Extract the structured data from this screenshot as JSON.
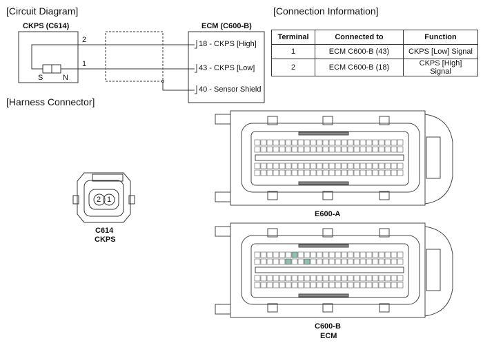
{
  "sections": {
    "circuit": "[Circuit Diagram]",
    "connection": "[Connection Information]",
    "harness": "[Harness Connector]"
  },
  "circuit": {
    "sensor_title": "CKPS (C614)",
    "ecm_title": "ECM (C600-B)",
    "wire_2": "2",
    "wire_1": "1",
    "pole_s": "S",
    "pole_n": "N",
    "ecm_pins": [
      "18 - CKPS [High]",
      "43 - CKPS [Low]",
      "40 - Sensor Shield"
    ]
  },
  "table": {
    "headers": [
      "Terminal",
      "Connected to",
      "Function"
    ],
    "rows": [
      [
        "1",
        "ECM C600-B (43)",
        "CKPS [Low] Signal"
      ],
      [
        "2",
        "ECM C600-B (18)",
        "CKPS [High] Signal"
      ]
    ]
  },
  "harness": {
    "sensor_pins": [
      "2",
      "1"
    ],
    "sensor_label": "C614",
    "sensor_sub": "CKPS",
    "conn_a_label": "E600-A",
    "conn_b_label": "C600-B",
    "conn_b_sub": "ECM",
    "highlight_pins": [
      18,
      43,
      40
    ],
    "highlight_color": "#8fbfb0"
  }
}
